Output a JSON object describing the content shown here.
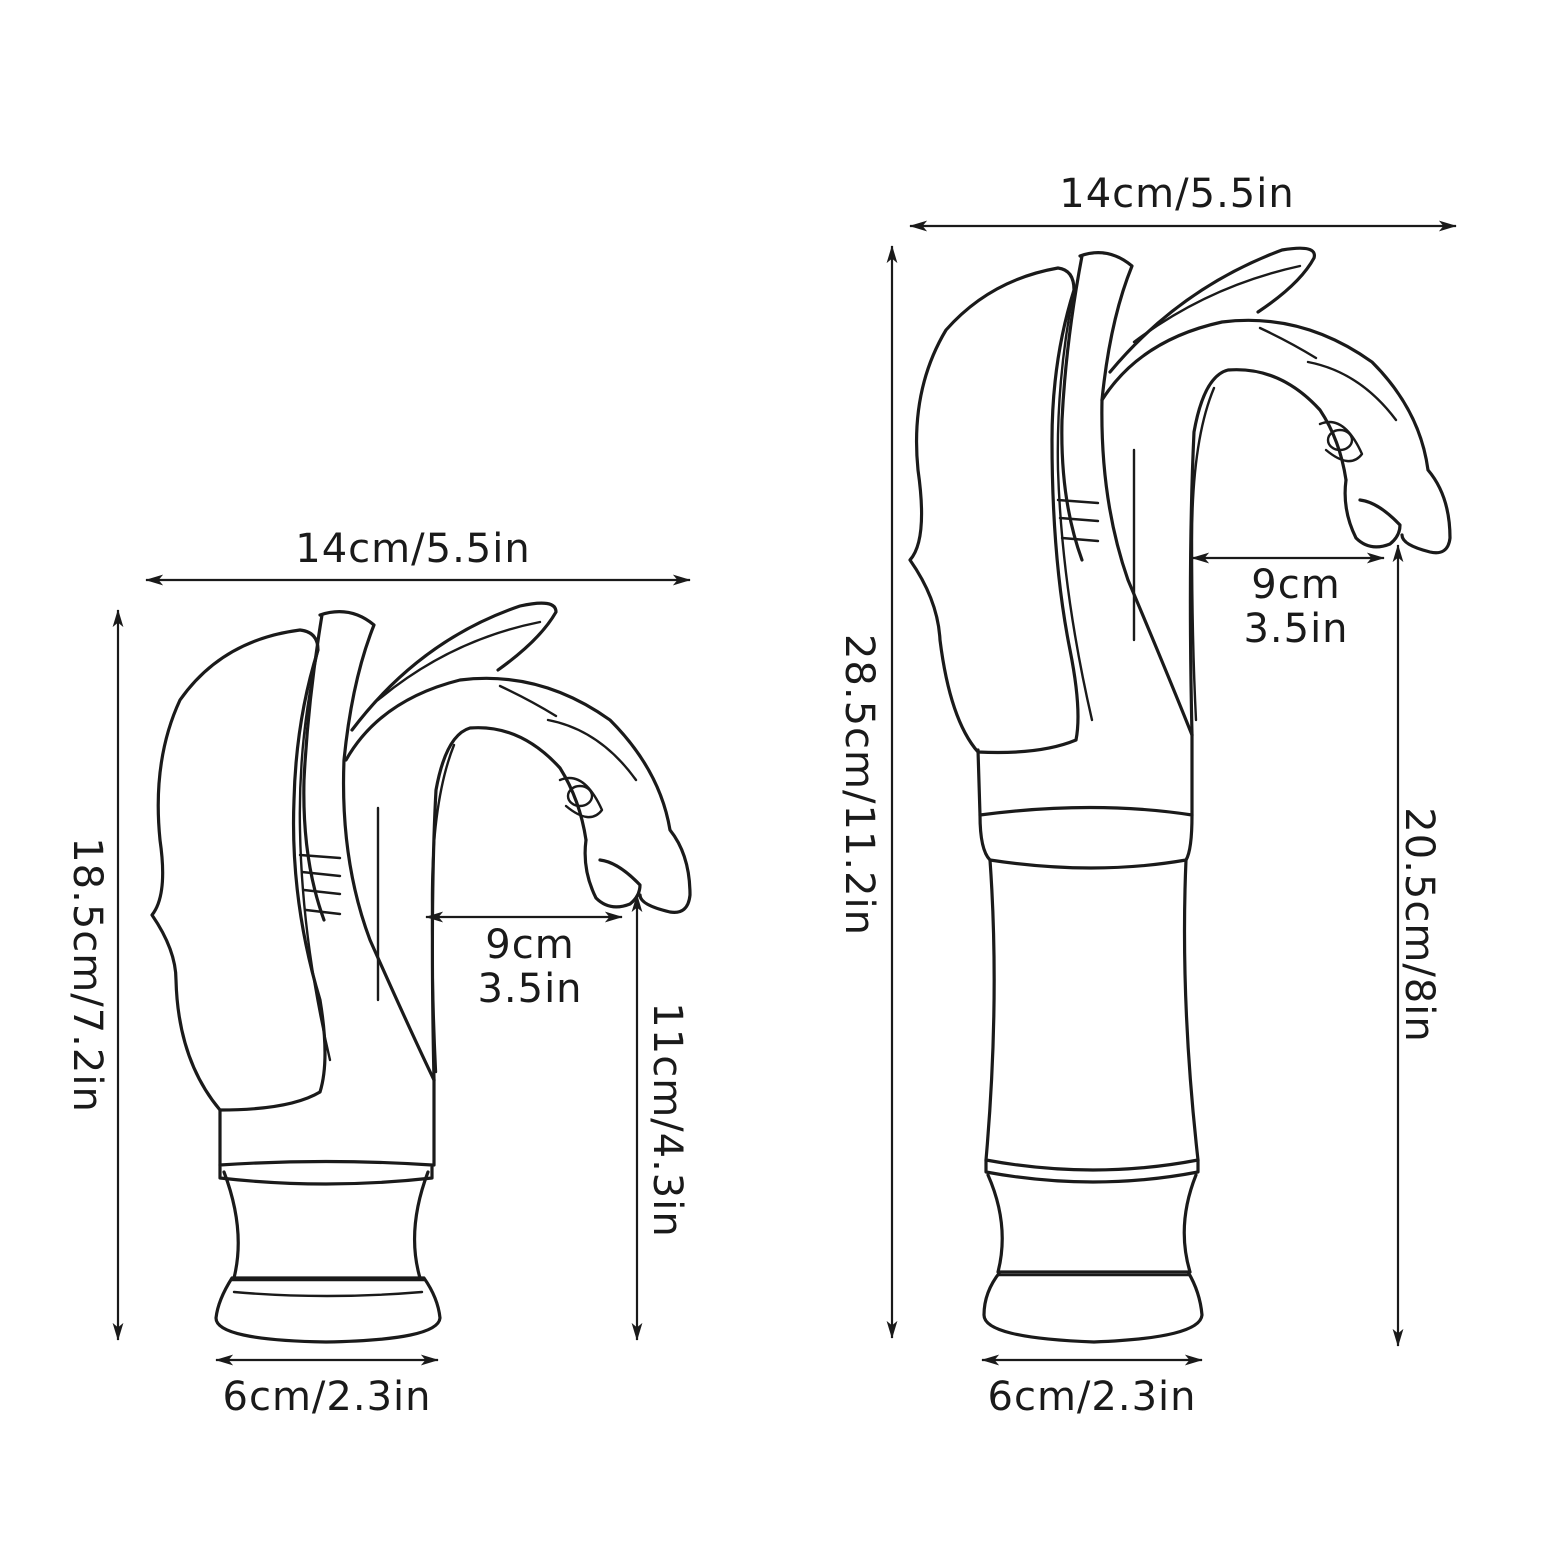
{
  "small_faucet": {
    "width_label": "14cm/5.5in",
    "height_label": "18.5cm/7.2in",
    "spout_reach_label_cm": "9cm",
    "spout_reach_label_in": "3.5in",
    "spout_height_label": "11cm/4.3in",
    "base_label": "6cm/2.3in"
  },
  "tall_faucet": {
    "width_label": "14cm/5.5in",
    "height_label": "28.5cm/11.2in",
    "spout_reach_label_cm": "9cm",
    "spout_reach_label_in": "3.5in",
    "spout_height_label": "20.5cm/8in",
    "base_label": "6cm/2.3in"
  }
}
